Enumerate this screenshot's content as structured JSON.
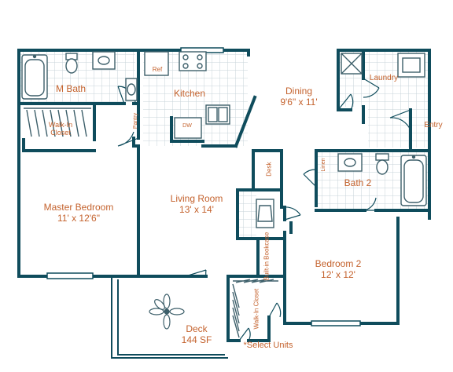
{
  "colors": {
    "wall": "#0f4c5c",
    "label": "#c4622d",
    "tile": "#d2dde2",
    "fixture": "#3d5f6a"
  },
  "rooms": {
    "m_bath": "M Bath",
    "walkin_closet_master": "Walk-In Closet",
    "master_bedroom": {
      "name": "Master Bedroom",
      "dims": "11' x 12'6\""
    },
    "pantry": "Pantry",
    "ref": "Ref",
    "kitchen": "Kitchen",
    "dw": "DW",
    "dining": {
      "name": "Dining",
      "dims": "9'6\" x 11'"
    },
    "laundry": "Laundry",
    "entry": "Entry",
    "linen": "Linen",
    "desk": "Desk",
    "bath_2": "Bath 2",
    "living_room": {
      "name": "Living Room",
      "dims": "13' x 14'"
    },
    "built_in_bookcase": "Built-in Bookcase",
    "bedroom_2": {
      "name": "Bedroom 2",
      "dims": "12' x 12'"
    },
    "walkin_closet_2": "Walk-In Closet",
    "deck": {
      "name": "Deck",
      "dims": "144 SF"
    }
  },
  "footnote": "*Select Units"
}
